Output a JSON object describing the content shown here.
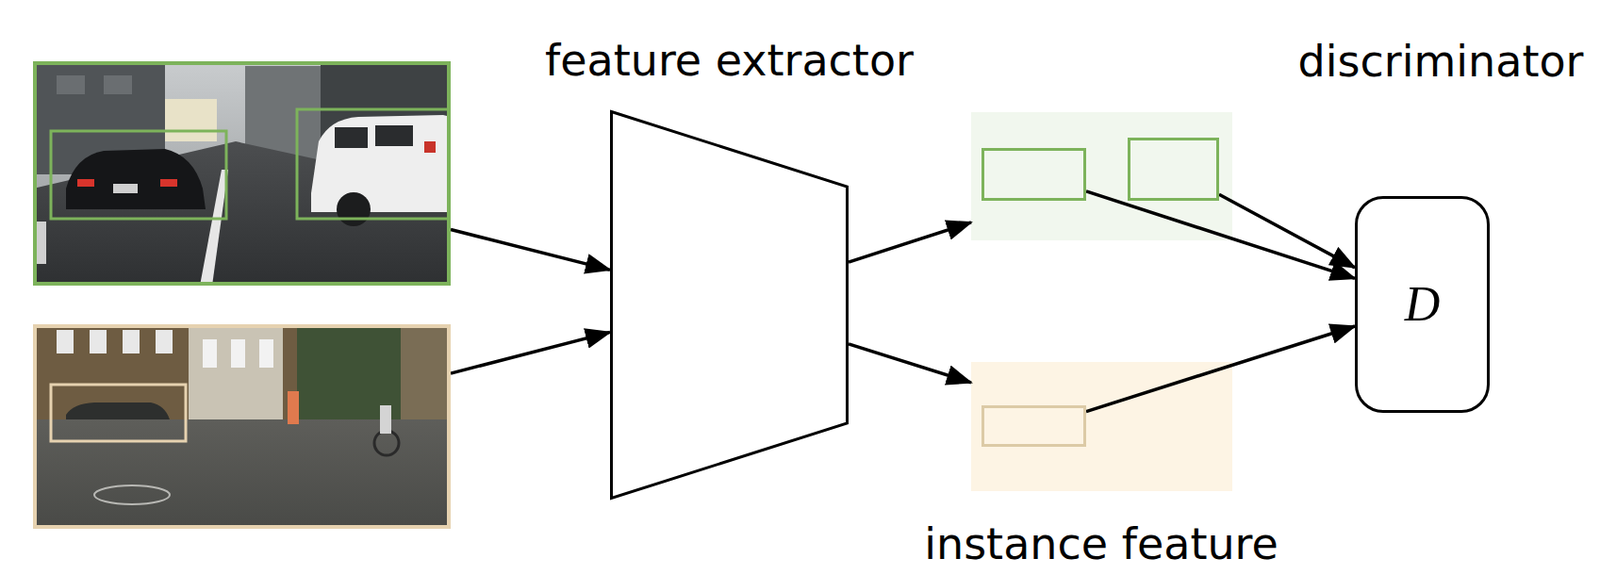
{
  "diagram": {
    "nodes": [
      {
        "text": []
      },
      {
        "text": []
      },
      {
        "text": [
          "feature extractor"
        ]
      },
      {
        "text": []
      },
      {
        "text": [],
        "in": 3
      },
      {
        "text": [],
        "in": 3
      },
      {
        "text": []
      },
      {
        "text": [],
        "in": 6
      },
      {
        "text": [
          "D"
        ]
      }
    ],
    "edges": [
      {
        "from": 0,
        "to": 2,
        "arrow": "to"
      },
      {
        "from": 1,
        "to": 2,
        "arrow": "to"
      },
      {
        "from": 2,
        "to": 3,
        "arrow": "to"
      },
      {
        "from": 2,
        "to": 6,
        "arrow": "to"
      },
      {
        "from": 4,
        "to": 8,
        "arrow": "to"
      },
      {
        "from": 5,
        "to": 8,
        "arrow": "to"
      },
      {
        "from": 7,
        "to": 8,
        "arrow": "to"
      }
    ],
    "labels": [
      "discriminator",
      "instance feature"
    ]
  }
}
